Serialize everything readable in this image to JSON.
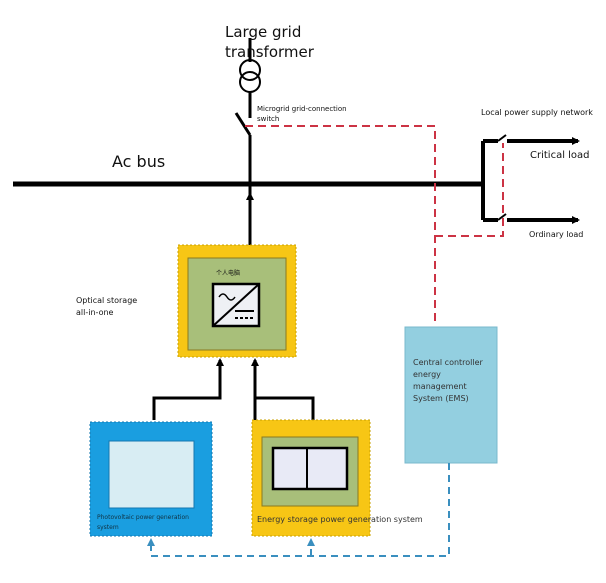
{
  "labels": {
    "transformer": "Large grid transformer",
    "switch_line1": "Microgrid grid-connection",
    "switch_line2": "switch",
    "ac_bus": "Ac bus",
    "local_network": "Local power supply network",
    "critical_load": "Critical load",
    "ordinary_load": "Ordinary load",
    "optical_storage_line1": "Optical storage",
    "optical_storage_line2": "all-in-one",
    "inverter_caption": "个人电脑",
    "ems_line1": "Central controller",
    "ems_line2": "energy",
    "ems_line3": "management",
    "ems_line4": "System (EMS)",
    "pv_line1": "Photovoltaic power generation",
    "pv_line2": "system",
    "storage": "Energy storage power generation system"
  },
  "colors": {
    "line": "#000000",
    "control_dashed": "#cc3344",
    "comm_dashed": "#3a8fbf",
    "yellow": "#f7c615",
    "green": "#a8bf7a",
    "blue": "#1a9ee0",
    "ems": "#93cfe0"
  }
}
